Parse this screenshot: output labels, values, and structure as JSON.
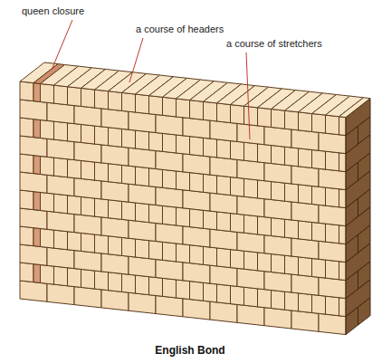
{
  "diagram": {
    "caption": "English Bond",
    "labels": [
      "queen closure",
      "a course of headers",
      "a course of stretchers"
    ]
  }
}
